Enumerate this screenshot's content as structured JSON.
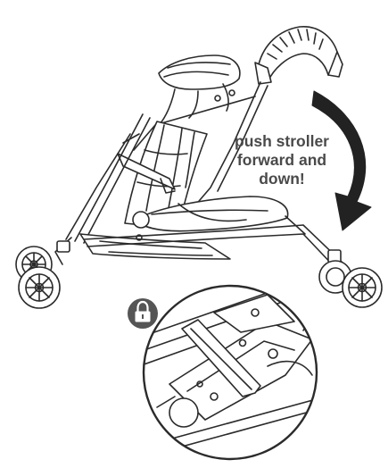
{
  "instruction": {
    "lines": [
      "push stroller",
      "forward and",
      "down!"
    ]
  },
  "icons": {
    "lock": "lock-icon",
    "arrow": "curved-arrow-down-icon"
  },
  "colors": {
    "ink": "#2b2b2b",
    "text": "#4a4a4a",
    "lock_badge": "#555555"
  }
}
